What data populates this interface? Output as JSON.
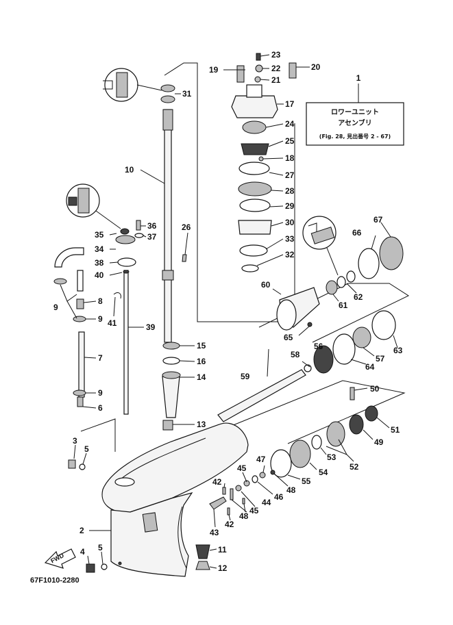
{
  "callout": {
    "number": "1",
    "line1": "ロワーユニット",
    "line2": "アセンブリ",
    "line3": "(Fig. 28, 見出番号 2 - 67)"
  },
  "fwd_label": "FWD",
  "drawing_code": "67F1010-2280",
  "numbers": {
    "n2": "2",
    "n3": "3",
    "n4": "4",
    "n5a": "5",
    "n5b": "5",
    "n6": "6",
    "n7": "7",
    "n8": "8",
    "n9a": "9",
    "n9b": "9",
    "n9c": "9",
    "n10": "10",
    "n11": "11",
    "n12": "12",
    "n13": "13",
    "n14": "14",
    "n15": "15",
    "n16": "16",
    "n17": "17",
    "n18": "18",
    "n19": "19",
    "n20": "20",
    "n21": "21",
    "n22": "22",
    "n23": "23",
    "n24": "24",
    "n25": "25",
    "n26": "26",
    "n27": "27",
    "n28": "28",
    "n29": "29",
    "n30": "30",
    "n31": "31",
    "n32": "32",
    "n33": "33",
    "n34": "34",
    "n35": "35",
    "n36": "36",
    "n37": "37",
    "n38": "38",
    "n39": "39",
    "n40": "40",
    "n41": "41",
    "n42a": "42",
    "n42b": "42",
    "n43": "43",
    "n44": "44",
    "n45a": "45",
    "n45b": "45",
    "n46": "46",
    "n47": "47",
    "n48a": "48",
    "n48b": "48",
    "n49": "49",
    "n50": "50",
    "n51": "51",
    "n52": "52",
    "n53": "53",
    "n54": "54",
    "n55": "55",
    "n56": "56",
    "n57": "57",
    "n58": "58",
    "n59": "59",
    "n60": "60",
    "n61": "61",
    "n62": "62",
    "n63": "63",
    "n64": "64",
    "n65": "65",
    "n66": "66",
    "n67": "67"
  }
}
